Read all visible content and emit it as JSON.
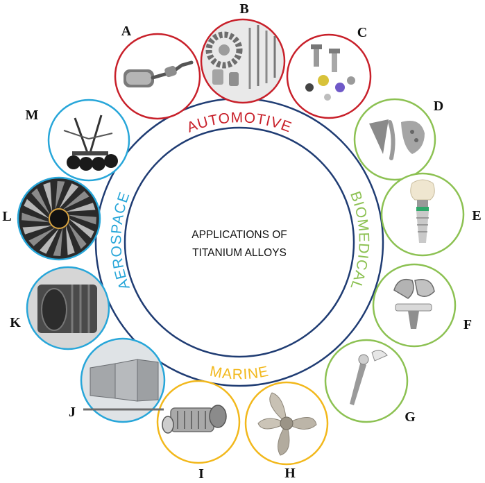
{
  "center": {
    "line1": "APPLICATIONS OF",
    "line2": "TITANIUM ALLOYS"
  },
  "categories": {
    "automotive": {
      "label": "AUTOMOTIVE",
      "color": "#c8202a"
    },
    "biomedical": {
      "label": "BIOMEDICAL",
      "color": "#8cc152"
    },
    "marine": {
      "label": "MARINE",
      "color": "#f2b81c"
    },
    "aerospace": {
      "label": "AEROSPACE",
      "color": "#27a6d9"
    }
  },
  "ring_color": "#1f3c73",
  "items": [
    {
      "letter": "A",
      "icon": "exhaust-muffler-icon",
      "category": "automotive"
    },
    {
      "letter": "B",
      "icon": "gears-and-valves-icon",
      "category": "automotive"
    },
    {
      "letter": "C",
      "icon": "bolts-and-fasteners-icon",
      "category": "automotive"
    },
    {
      "letter": "D",
      "icon": "skull-plates-implant-icon",
      "category": "biomedical"
    },
    {
      "letter": "E",
      "icon": "dental-implant-icon",
      "category": "biomedical"
    },
    {
      "letter": "F",
      "icon": "knee-implant-icon",
      "category": "biomedical"
    },
    {
      "letter": "G",
      "icon": "hip-implant-icon",
      "category": "biomedical"
    },
    {
      "letter": "H",
      "icon": "ship-propeller-icon",
      "category": "marine"
    },
    {
      "letter": "I",
      "icon": "heat-exchanger-icon",
      "category": "marine"
    },
    {
      "letter": "J",
      "icon": "jet-engine-nacelle-icon",
      "category": "aerospace"
    },
    {
      "letter": "K",
      "icon": "turbine-casing-icon",
      "category": "aerospace"
    },
    {
      "letter": "L",
      "icon": "fan-blades-icon",
      "category": "aerospace"
    },
    {
      "letter": "M",
      "icon": "landing-gear-icon",
      "category": "aerospace"
    }
  ]
}
